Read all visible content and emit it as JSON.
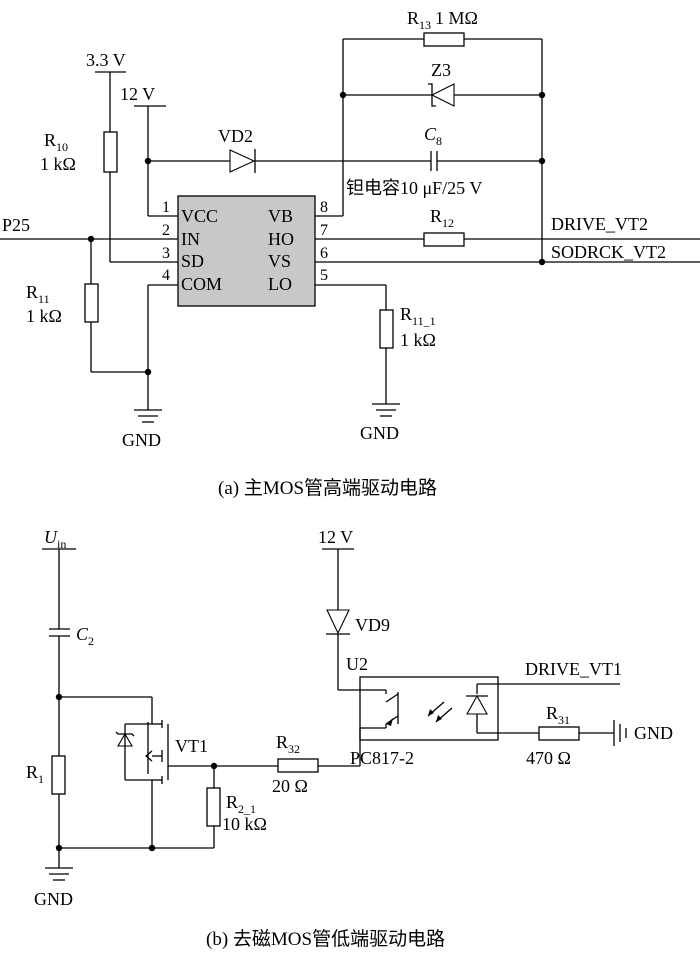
{
  "figure_a": {
    "caption": "(a)  主MOS管高端驱动电路",
    "supply_3v3": "3.3 V",
    "supply_12v": "12 V",
    "input_net": "P25",
    "r10": {
      "name": "R",
      "sub": "10",
      "value": "1 kΩ"
    },
    "r11": {
      "name": "R",
      "sub": "11",
      "value": "1 kΩ"
    },
    "r11_1": {
      "name": "R",
      "sub": "11_1",
      "value": "1 kΩ"
    },
    "r12": {
      "name": "R",
      "sub": "12"
    },
    "r13": {
      "name": "R",
      "sub": "13",
      "value": "1 MΩ"
    },
    "z3": "Z3",
    "vd2": "VD2",
    "c8": {
      "name": "C",
      "sub": "8",
      "note": "钽电容10 μF/25 V"
    },
    "ic_pins_left": [
      {
        "num": "1",
        "name": "VCC"
      },
      {
        "num": "2",
        "name": "IN"
      },
      {
        "num": "3",
        "name": "SD"
      },
      {
        "num": "4",
        "name": "COM"
      }
    ],
    "ic_pins_right": [
      {
        "num": "8",
        "name": "VB"
      },
      {
        "num": "7",
        "name": "HO"
      },
      {
        "num": "6",
        "name": "VS"
      },
      {
        "num": "5",
        "name": "LO"
      }
    ],
    "out_drive": "DRIVE_VT2",
    "out_source": "SODRCK_VT2",
    "gnd_left": "GND",
    "gnd_right": "GND"
  },
  "figure_b": {
    "caption": "(b)  去磁MOS管低端驱动电路",
    "uin": {
      "name": "U",
      "sub": "in"
    },
    "c2": {
      "name": "C",
      "sub": "2"
    },
    "r1": {
      "name": "R",
      "sub": "1"
    },
    "vt1": "VT1",
    "r2_1": {
      "name": "R",
      "sub": "2_1",
      "value": "10 kΩ"
    },
    "r32": {
      "name": "R",
      "sub": "32",
      "value": "20  Ω"
    },
    "supply_12v": "12 V",
    "vd9": "VD9",
    "u2": "U2",
    "opto": "PC817-2",
    "drive": "DRIVE_VT1",
    "r31": {
      "name": "R",
      "sub": "31",
      "value": "470  Ω"
    },
    "gnd_left": "GND",
    "gnd_right": "GND"
  }
}
